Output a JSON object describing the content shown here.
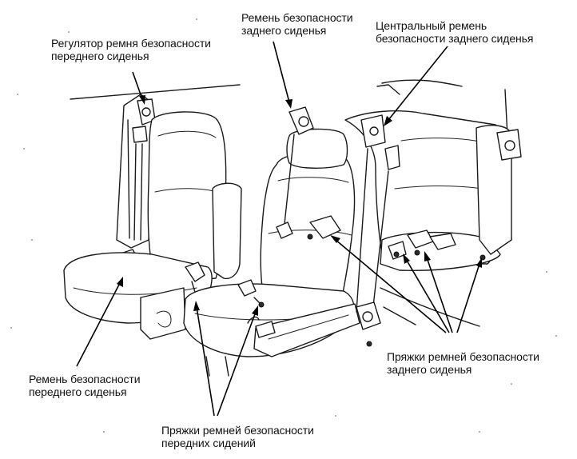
{
  "labels": {
    "front_belt_adjuster": [
      "Регулятор ремня безопасности",
      "переднего сиденья"
    ],
    "rear_seat_belt": [
      "Ремень безопасности",
      "заднего сиденья"
    ],
    "rear_center_belt": [
      "Центральный ремень",
      "безопасности заднего сиденья"
    ],
    "front_seat_belt": [
      "Ремень безопасности",
      "переднего сиденья"
    ],
    "front_buckles": [
      "Пряжки ремней безопасности",
      "передних сидений"
    ],
    "rear_buckles": [
      "Пряжки ремней безопасности",
      "заднего сиденья"
    ]
  }
}
